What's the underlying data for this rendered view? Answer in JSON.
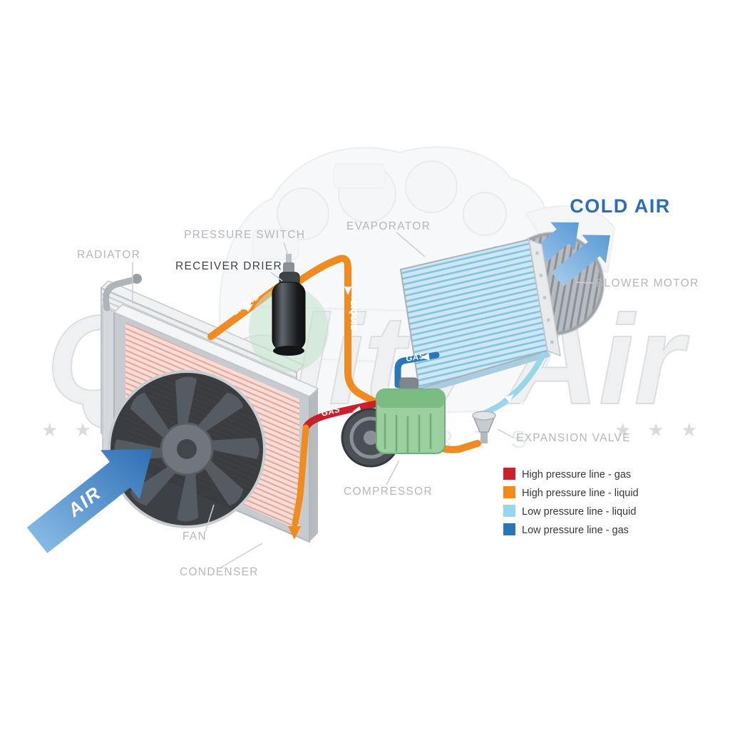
{
  "watermark": {
    "brand": "Quality Air",
    "sub": "AUTO PARTS",
    "stars_left": "★ ★ ★",
    "stars_right": "★ ★ ★"
  },
  "labels": {
    "radiator": "RADIATOR",
    "pressure_switch": "PRESSURE SWITCH",
    "receiver_drier": "RECEIVER DRIER",
    "evaporator": "EVAPORATOR",
    "cold_air": "COLD AIR",
    "blower_motor": "BLOWER MOTOR",
    "expansion_valve": "EXPANSION VALVE",
    "compressor": "COMPRESSOR",
    "fan": "FAN",
    "condenser": "CONDENSER",
    "air": "AIR"
  },
  "pipe_labels": {
    "liquid_to_drier": "LIQUID",
    "liquid_down": "LIQUID",
    "liquid_to_valve": "LIQUID",
    "liquid_low": "LIQUID",
    "gas_high": "GAS",
    "gas_low": "GAS"
  },
  "legend": {
    "items": [
      {
        "label": "High pressure line - gas",
        "color": "#c9202b"
      },
      {
        "label": "High pressure line - liquid",
        "color": "#ef8b1f"
      },
      {
        "label": "Low pressure line - liquid",
        "color": "#9ad6ea"
      },
      {
        "label": "Low pressure line -  gas",
        "color": "#2878b8"
      }
    ]
  },
  "colors": {
    "high_gas": "#c9202b",
    "high_liquid": "#ef8b1f",
    "low_liquid": "#9ad6ea",
    "low_gas": "#2878b8",
    "cold_air_text": "#2e6cb5"
  }
}
